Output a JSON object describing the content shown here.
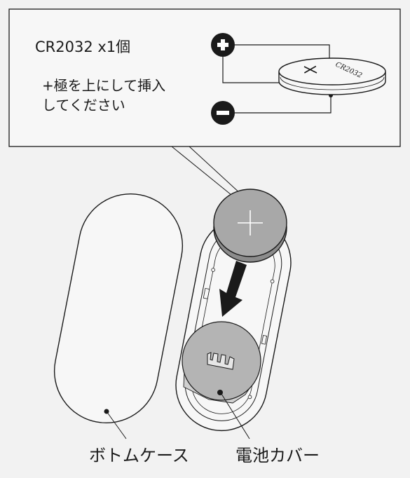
{
  "callout": {
    "battery_spec": "CR2032 x1個",
    "instruction_line1": "+極を上にして挿入",
    "instruction_line2": "してください",
    "coin_engraving": "CR2032",
    "plus_symbol": "+",
    "minus_symbol": "−"
  },
  "labels": {
    "bottom_case": "ボトムケース",
    "battery_cover": "電池カバー"
  },
  "colors": {
    "background": "#f2f2f2",
    "outline": "#1a1a1a",
    "battery_gray": "#8c8c8c",
    "cover_gray": "#b4b4b4",
    "arrow": "#1a1a1a"
  },
  "icons": [
    "plus-terminal-icon",
    "minus-terminal-icon",
    "insert-arrow-icon"
  ]
}
